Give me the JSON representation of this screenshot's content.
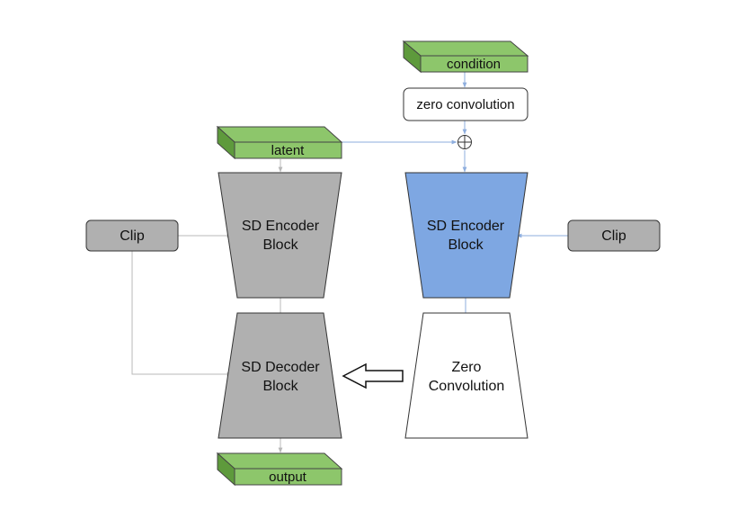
{
  "colors": {
    "green": "#8dc66b",
    "green_dark": "#5e9a3c",
    "gray": "#b0b0b0",
    "blue": "#7ea7e2",
    "arrow_gray": "#b8b8b8",
    "arrow_blue": "#8eaede"
  },
  "nodes": {
    "condition": "condition",
    "zero_conv_small": "zero convolution",
    "latent": "latent",
    "output": "output",
    "clip_left": "Clip",
    "clip_right": "Clip",
    "sd_encoder_left": [
      "SD Encoder",
      "Block"
    ],
    "sd_decoder": [
      "SD Decoder",
      "Block"
    ],
    "sd_encoder_right": [
      "SD Encoder",
      "Block"
    ],
    "zero_conv_block": [
      "Zero",
      "Convolution"
    ]
  },
  "icons": {
    "sum": "circle-plus-icon",
    "transfer": "hollow-left-arrow-icon"
  }
}
